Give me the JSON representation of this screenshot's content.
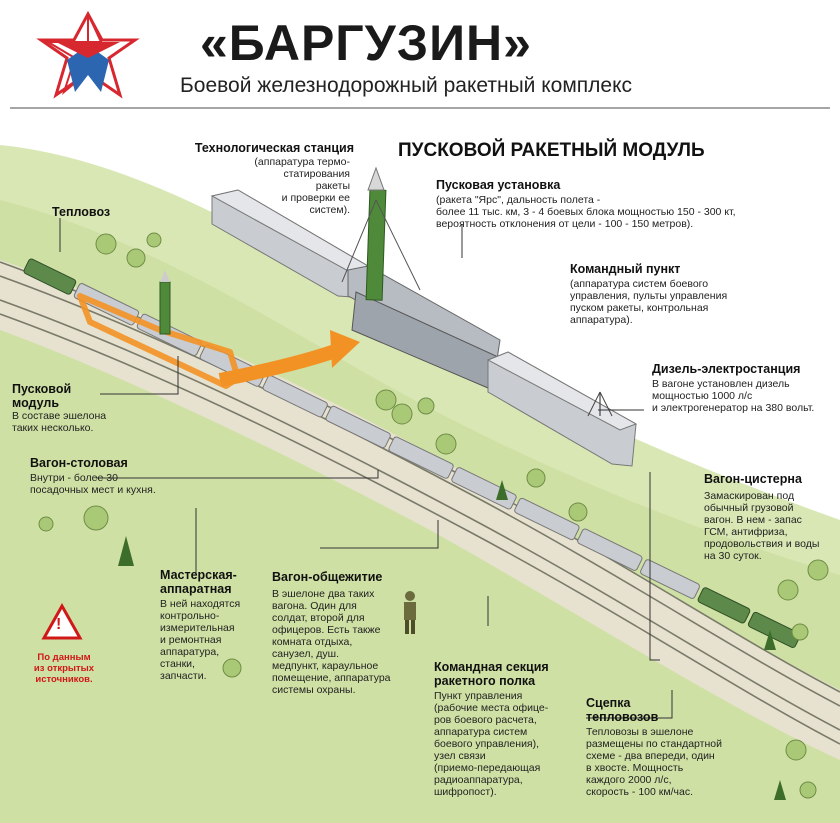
{
  "header": {
    "title": "«БАРГУЗИН»",
    "subtitle": "Боевой железнодорожный ракетный комплекс"
  },
  "module_title": "ПУСКОВОЙ РАКЕТНЫЙ МОДУЛЬ",
  "labels": {
    "tech_station": {
      "title": "Технологическая станция",
      "desc": "(аппаратура термо-\nстатирования\nракеты\nи проверки ее\nсистем)."
    },
    "launcher": {
      "title": "Пусковая установка",
      "desc": "(ракета \"Ярс\", дальность полета -\nболее 11 тыс. км, 3 - 4 боевых блока мощностью 150 - 300 кт,\nвероятность отклонения от цели - 100 - 150 метров)."
    },
    "command_post": {
      "title": "Командный пункт",
      "desc": "(аппаратура систем боевого\nуправления, пульты управления\nпуском ракеты, контрольная\nаппаратура)."
    },
    "diesel_station": {
      "title": "Дизель-электростанция",
      "desc": "В вагоне установлен дизель\nмощностью 1000 л/с\nи электрогенератор на 380 вольт."
    },
    "locomotive": {
      "title": "Тепловоз"
    },
    "launch_module": {
      "title": "Пусковой\nмодуль",
      "desc": "В составе эшелона\nтаких несколько."
    },
    "dining_car": {
      "title": "Вагон-столовая",
      "desc": "Внутри - более 30\nпосадочных мест и кухня."
    },
    "tank_car": {
      "title": "Вагон-цистерна",
      "desc": "Замаскирован под\nобычный грузовой\nвагон. В нем - запас\nГСМ, антифриза,\nпродовольствия и воды\nна 30 суток."
    },
    "workshop": {
      "title": "Мастерская-\nаппаратная",
      "desc": "В ней находятся\nконтрольно-\nизмерительная\nи ремонтная\nаппаратура,\nстанки,\nзапчасти."
    },
    "dormitory": {
      "title": "Вагон-общежитие",
      "desc": "В эшелоне два таких\nвагона. Один для\nсолдат, второй для\nофицеров. Есть также\nкомната отдыха,\nсанузел, душ.\nмедпункт, караульное\nпомещение, аппаратура\nсистемы охраны."
    },
    "command_section": {
      "title": "Командная секция\nракетного полка",
      "desc": "Пункт управления\n(рабочие места офице-\nров боевого расчета,\nаппаратура систем\nбоевого управления),\nузел связи\n(приемо-передающая\nрадиоаппаратура,\nшифропост)."
    },
    "coupling": {
      "title": "Сцепка\nтепловозов",
      "desc": "Тепловозы в эшелоне\nразмещены по стандартной\nсхеме - два впереди, один\nв хвосте. Мощность\nкаждого 2000 л/с,\nскорость - 100 км/час."
    }
  },
  "warning": {
    "symbol": "!",
    "text": "По данным\nиз открытых\nисточников."
  },
  "colors": {
    "star_red": "#d7282f",
    "star_blue": "#2d66b0",
    "grass": "#d9e7b5",
    "grass_dark": "#c3d696",
    "track": "#7a7a6a",
    "car_gray": "#c9ccd0",
    "locomotive_green": "#5d8a4a",
    "highlight_orange": "#f39224",
    "warning_red": "#d01818"
  }
}
